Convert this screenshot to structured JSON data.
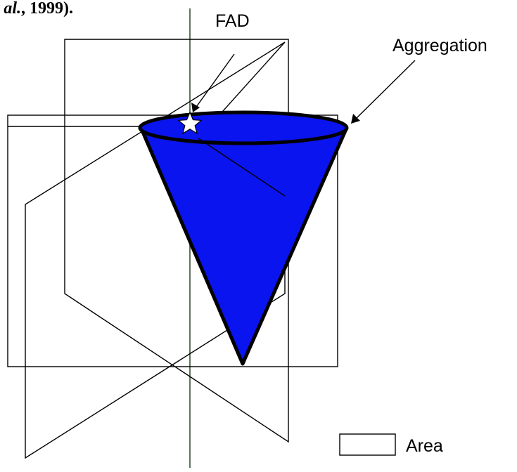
{
  "caption_fragment": {
    "italic_text": "et al.",
    "trailing_text": ", 1999)."
  },
  "labels": {
    "fad": "FAD",
    "aggregation": "Aggregation"
  },
  "legend": {
    "area_label": "Area"
  },
  "colors": {
    "cone_fill": "#0a14ee",
    "outline": "#000000",
    "axis_line": "#1a3a1a",
    "star_fill": "#ffffff"
  },
  "icons": {
    "fad_marker": "star-icon"
  }
}
